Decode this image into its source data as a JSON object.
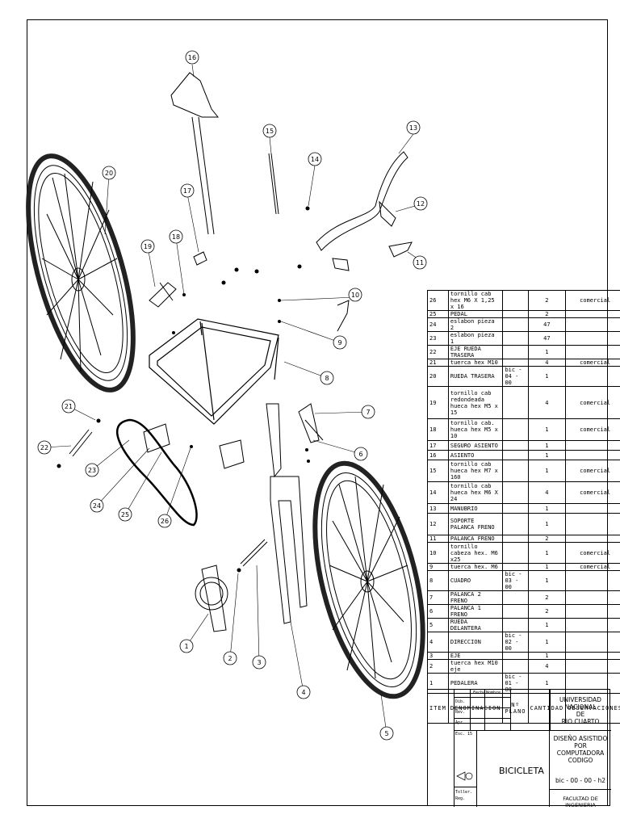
{
  "balloons": [
    "1",
    "2",
    "3",
    "4",
    "5",
    "6",
    "7",
    "8",
    "9",
    "10",
    "11",
    "12",
    "13",
    "14",
    "15",
    "16",
    "17",
    "18",
    "19",
    "20",
    "21",
    "22",
    "23",
    "24",
    "25",
    "26"
  ],
  "parts_list": [
    {
      "item": "26",
      "denominacion": "tornillo cab hex M6 X 1,25 x 16",
      "plano": "",
      "cantidad": "2",
      "observaciones": "comercial"
    },
    {
      "item": "25",
      "denominacion": "PEDAL",
      "plano": "",
      "cantidad": "2",
      "observaciones": ""
    },
    {
      "item": "24",
      "denominacion": "eslabon pieza 2",
      "plano": "",
      "cantidad": "47",
      "observaciones": ""
    },
    {
      "item": "23",
      "denominacion": "eslabon pieza 1",
      "plano": "",
      "cantidad": "47",
      "observaciones": ""
    },
    {
      "item": "22",
      "denominacion": "EJE RUEDA TRASERA",
      "plano": "",
      "cantidad": "1",
      "observaciones": ""
    },
    {
      "item": "21",
      "denominacion": "tuerca hex M10",
      "plano": "",
      "cantidad": "4",
      "observaciones": "comercial"
    },
    {
      "item": "20",
      "denominacion": "RUEDA TRASERA",
      "plano": "bic - 04 - 00",
      "cantidad": "1",
      "observaciones": ""
    },
    {
      "item": "19",
      "denominacion": "tornillo cab redondeada hueca hex M5 x 15",
      "plano": "",
      "cantidad": "4",
      "observaciones": "comercial"
    },
    {
      "item": "18",
      "denominacion": "tornillo cab. hueca hex M5 x 10",
      "plano": "",
      "cantidad": "1",
      "observaciones": "comercial"
    },
    {
      "item": "17",
      "denominacion": "SEGURO ASIENTO",
      "plano": "",
      "cantidad": "1",
      "observaciones": ""
    },
    {
      "item": "16",
      "denominacion": "ASIENTO",
      "plano": "",
      "cantidad": "1",
      "observaciones": ""
    },
    {
      "item": "15",
      "denominacion": "tornillo cab hueca hex M7 x 160",
      "plano": "",
      "cantidad": "1",
      "observaciones": "comercial"
    },
    {
      "item": "14",
      "denominacion": "tornillo cab hueca hex M6 X 24",
      "plano": "",
      "cantidad": "4",
      "observaciones": "comercial"
    },
    {
      "item": "13",
      "denominacion": "MANUBRIO",
      "plano": "",
      "cantidad": "1",
      "observaciones": ""
    },
    {
      "item": "12",
      "denominacion": "SOPORTE PALANCA FRENO",
      "plano": "",
      "cantidad": "1",
      "observaciones": ""
    },
    {
      "item": "11",
      "denominacion": "PALANCA FRENO",
      "plano": "",
      "cantidad": "2",
      "observaciones": ""
    },
    {
      "item": "10",
      "denominacion": "tornillo cabeza hex. M6 x25",
      "plano": "",
      "cantidad": "1",
      "observaciones": "comercial"
    },
    {
      "item": "9",
      "denominacion": "tuerca hex. M6",
      "plano": "",
      "cantidad": "1",
      "observaciones": "comercial"
    },
    {
      "item": "8",
      "denominacion": "CUADRO",
      "plano": "bic - 03 - 00",
      "cantidad": "1",
      "observaciones": ""
    },
    {
      "item": "7",
      "denominacion": "PALANCA 2 FRENO",
      "plano": "",
      "cantidad": "2",
      "observaciones": ""
    },
    {
      "item": "6",
      "denominacion": "PALANCA 1 FRENO",
      "plano": "",
      "cantidad": "2",
      "observaciones": ""
    },
    {
      "item": "5",
      "denominacion": "RUEDA DELANTERA",
      "plano": "",
      "cantidad": "1",
      "observaciones": ""
    },
    {
      "item": "4",
      "denominacion": "DIRECCION",
      "plano": "bic - 02 - 00",
      "cantidad": "1",
      "observaciones": ""
    },
    {
      "item": "3",
      "denominacion": "EJE",
      "plano": "",
      "cantidad": "1",
      "observaciones": ""
    },
    {
      "item": "2",
      "denominacion": "tuerca hex M10 eje",
      "plano": "",
      "cantidad": "4",
      "observaciones": ""
    },
    {
      "item": "1",
      "denominacion": "PEDALERA",
      "plano": "bic - 01 - 00",
      "cantidad": "1",
      "observaciones": ""
    }
  ],
  "headers": {
    "item": "ITEM",
    "denominacion": "DENOMINACION",
    "plano": "Nº PLANO",
    "cantidad": "CANTIDAD",
    "observaciones": "OBSERVACIONES"
  },
  "title_block": {
    "fecha": "Fecha",
    "nombre": "Nombre",
    "dib": "Dib.",
    "rev": "Rev.",
    "apr": "Apr.",
    "escala": "Esc. 15",
    "tolerancia": "Toller.",
    "reg": "Reg.",
    "part_name": "BICICLETA",
    "university": [
      "UNIVERSIDAD NACIONAL",
      "DE",
      "RIO CUARTO"
    ],
    "course": [
      "DISEÑO ASISTIDO POR",
      "COMPUTADORA",
      "CODIGO"
    ],
    "code": "bic - 00 - 00 - h2",
    "faculty": "FACULTAD DE INGENIERIA"
  }
}
